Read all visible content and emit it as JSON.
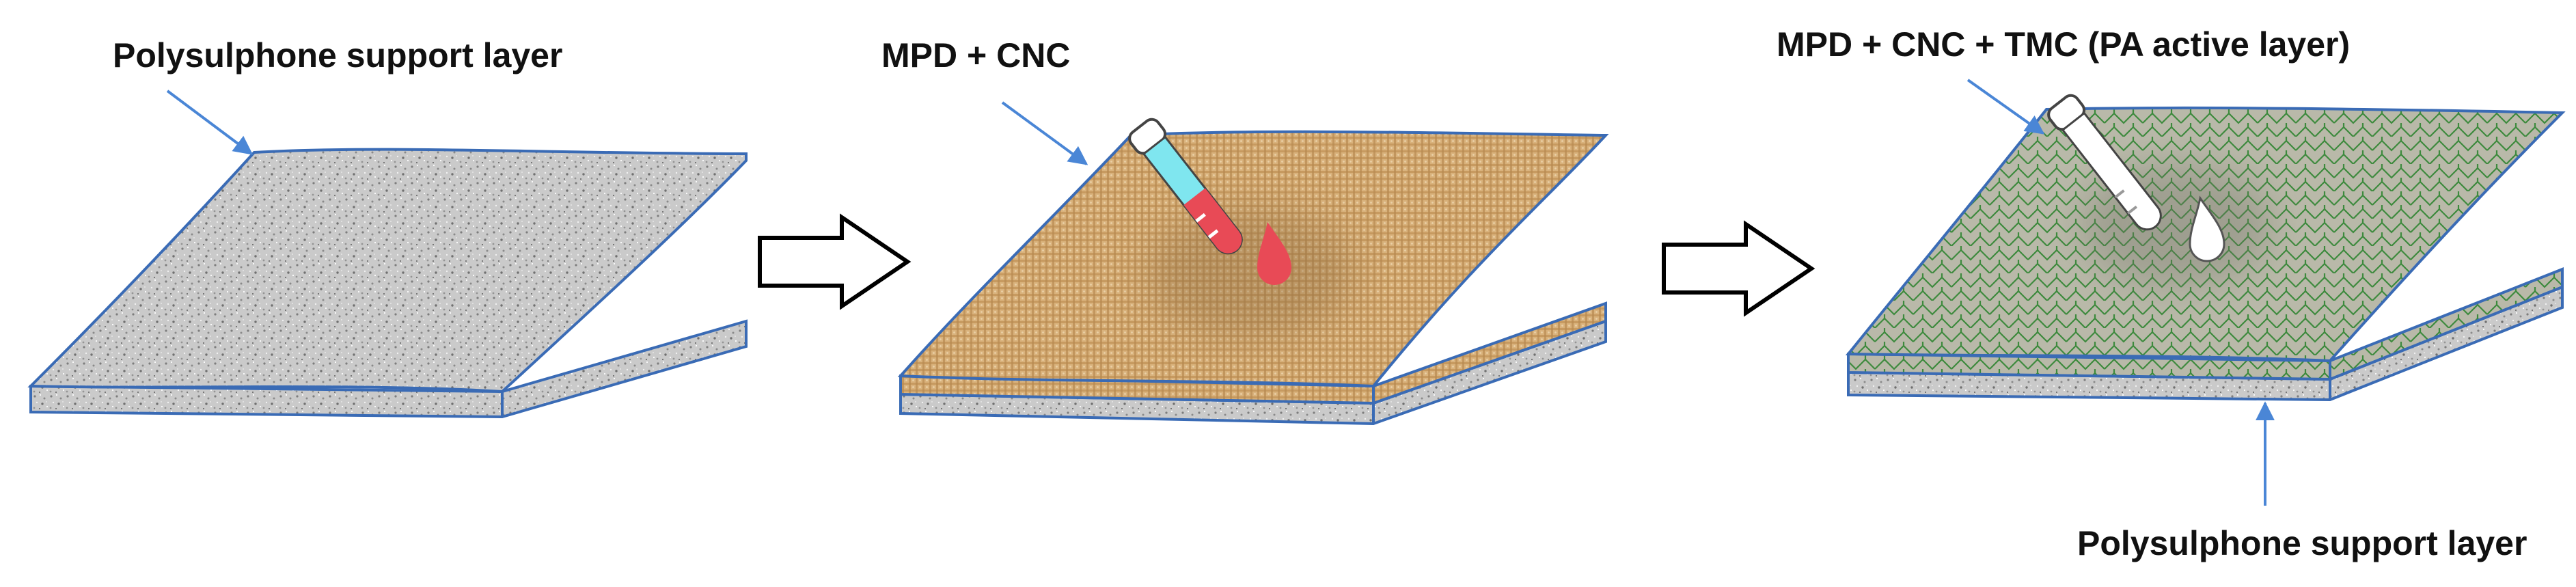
{
  "labels": {
    "support_layer_top": "Polysulphone support layer",
    "mpd_cnc": "MPD + CNC",
    "pa_active_layer": "MPD + CNC + TMC (PA active layer)",
    "support_layer_bottom": "Polysulphone support layer"
  },
  "colors": {
    "outline": "#3a6bb5",
    "support_fill": "#c8c8c8",
    "mpd_cnc_fill": "#d3aa72",
    "pa_fill": "#b8b8a6",
    "pa_pattern": "#3d8a3d",
    "pointer": "#4a86d6",
    "tube_red": "#e84a56",
    "tube_cyan": "#7fe6ef",
    "tube_white": "#ffffff"
  },
  "icons": {
    "process_arrow": "hollow-right-arrow",
    "test_tube": "test-tube-icon",
    "droplet": "droplet-icon"
  }
}
